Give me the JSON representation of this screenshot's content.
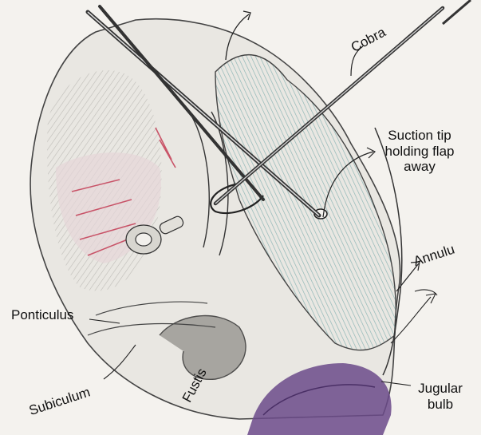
{
  "labels": {
    "cobra": "Cobra",
    "suction_line1": "Suction tip",
    "suction_line2": "holding flap",
    "suction_line3": "away",
    "annulus": "Annulu",
    "ponticulus": "Ponticulus",
    "subiculum": "Subiculum",
    "fustis": "Fustis",
    "jugular_line1": "Jugular",
    "jugular_line2": "bulb"
  },
  "colors": {
    "paper": "#f4f2ee",
    "pencil": "#3a3a3a",
    "shading": "#b9b7b2",
    "teal": "#5f9ea0",
    "red": "#c0304a",
    "purple": "#6b4a8a"
  }
}
